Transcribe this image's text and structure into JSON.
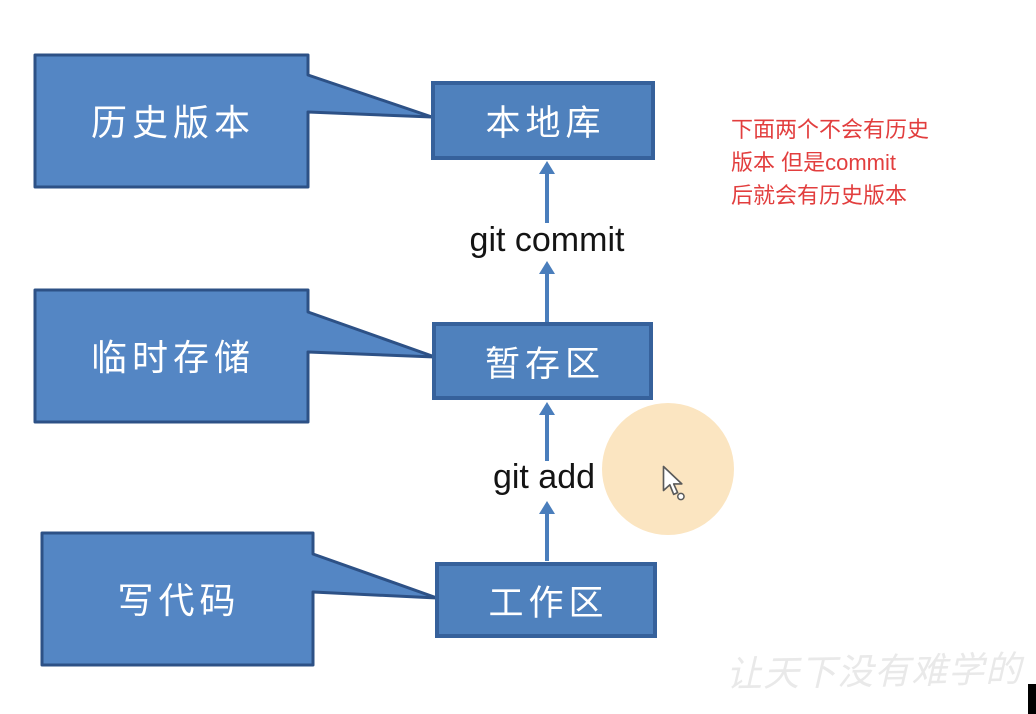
{
  "diagram": {
    "callouts": [
      {
        "label": "历史版本"
      },
      {
        "label": "临时存储"
      },
      {
        "label": "写代码"
      }
    ],
    "nodes": [
      {
        "label": "本地库"
      },
      {
        "label": "暂存区"
      },
      {
        "label": "工作区"
      }
    ],
    "edge_labels": [
      {
        "label": "git commit"
      },
      {
        "label": "git add"
      }
    ],
    "annotation": {
      "line1": "下面两个不会有历史",
      "line2": "版本 但是commit",
      "line3": "后就会有历史版本"
    },
    "watermark": "让天下没有难学的",
    "colors": {
      "callout_fill": "#5486c4",
      "callout_border": "#2d5186",
      "node_fill": "#4f81bd",
      "node_border": "#36619b",
      "arrow": "#4a7ebc",
      "annotation_red": "#e23e3e",
      "highlight": "#fbe5c1"
    }
  }
}
